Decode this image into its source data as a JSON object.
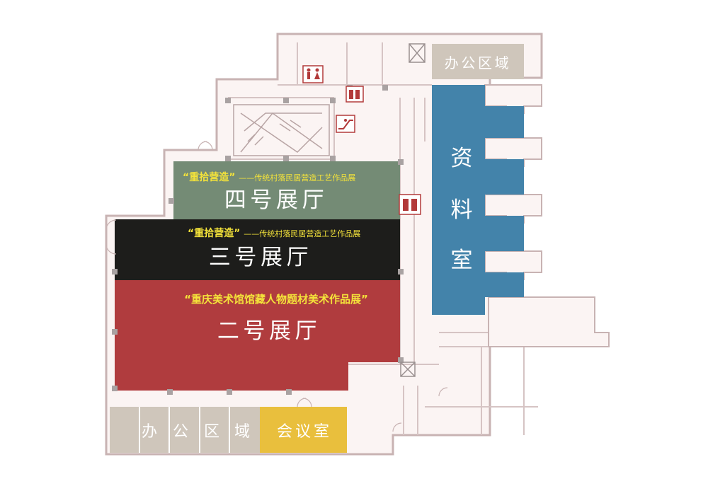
{
  "halls": {
    "hall4": {
      "name": "四号展厅",
      "title": "“重拾营造”",
      "subtitle": "——传统村落民居营造工艺作品展",
      "color": "#748b75"
    },
    "hall3": {
      "name": "三号展厅",
      "title": "“重拾营造”",
      "subtitle": "——传统村落民居营造工艺作品展",
      "color": "#1d1d1b"
    },
    "hall2": {
      "name": "二号展厅",
      "title": "“重庆美术馆馆藏人物题材美术作品展”",
      "color": "#b03c3e"
    }
  },
  "rooms": {
    "archive": {
      "chars": [
        "资",
        "料",
        "室"
      ],
      "color": "#4383aa"
    },
    "meeting": {
      "name": "会议室",
      "color": "#e9bf3d"
    },
    "office_bottom": {
      "chars": [
        "办",
        "公",
        "区",
        "域"
      ],
      "color": "#cfc6bb"
    },
    "office_top": {
      "name": "办公区域",
      "color": "#cfc6bb"
    }
  },
  "colors": {
    "wall": "#c8b3b3",
    "floor": "#fbf4f3",
    "title_yellow": "#f4e33a",
    "icon_red": "#b23a3a"
  },
  "icons": [
    "restroom-icon",
    "elevator-icon",
    "escalator-icon",
    "stairs-icon"
  ]
}
